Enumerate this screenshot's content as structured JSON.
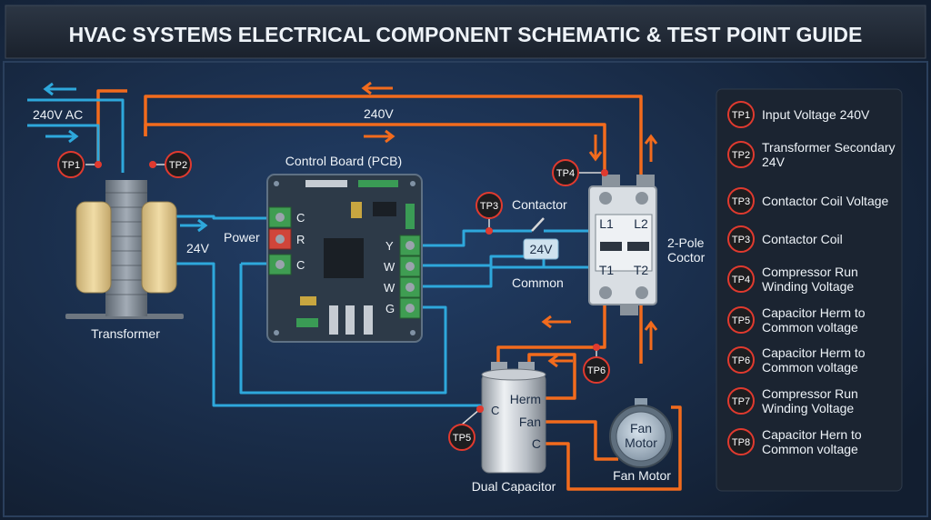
{
  "title": "HVAC SYSTEMS ELECTRICAL COMPONENT SCHEMATIC & TEST POINT GUIDE",
  "colors": {
    "line_240v": "#f26b1d",
    "line_24v": "#2ea8dc",
    "test_point": "#e03a2f",
    "background": "#1b2c44"
  },
  "wire_labels": {
    "input": "240V AC",
    "top": "240V",
    "secondary": "24V",
    "coil": "24V",
    "common": "Common",
    "contactor": "Contactor",
    "power": "Power"
  },
  "transformer": {
    "label": "Transformer"
  },
  "board": {
    "label": "Control Board (PCB)",
    "left_terminals": [
      "C",
      "R",
      "C"
    ],
    "right_terminals": [
      "Y",
      "W",
      "W",
      "G"
    ]
  },
  "contactor": {
    "label_line1": "2-Pole",
    "label_line2": "Coctor",
    "terminals": [
      "L1",
      "L2",
      "T1",
      "T2"
    ]
  },
  "capacitor": {
    "label": "Dual Capacitor",
    "terminals": [
      "Herm",
      "Fan",
      "C"
    ],
    "left_terminal": "C"
  },
  "fan_motor": {
    "body_line1": "Fan",
    "body_line2": "Motor",
    "label": "Fan Motor"
  },
  "test_points": [
    {
      "id": "TP1"
    },
    {
      "id": "TP2"
    },
    {
      "id": "TP3"
    },
    {
      "id": "TP4"
    },
    {
      "id": "TP5"
    },
    {
      "id": "TP6"
    }
  ],
  "legend": [
    {
      "tp": "TP1",
      "lines": [
        "Input Voltage 240V"
      ]
    },
    {
      "tp": "TP2",
      "lines": [
        "Transformer Secondary",
        "24V"
      ]
    },
    {
      "tp": "TP3",
      "lines": [
        "Contactor Coil Voltage"
      ]
    },
    {
      "tp": "TP3",
      "lines": [
        "Contactor Coil"
      ]
    },
    {
      "tp": "TP4",
      "lines": [
        "Compressor Run",
        "Winding Voltage"
      ]
    },
    {
      "tp": "TP5",
      "lines": [
        "Capacitor Herm to",
        "Common voltage"
      ]
    },
    {
      "tp": "TP6",
      "lines": [
        "Capacitor Herm to",
        "Common voltage"
      ]
    },
    {
      "tp": "TP7",
      "lines": [
        "Compressor Run",
        "Winding Voltage"
      ]
    },
    {
      "tp": "TP8",
      "lines": [
        "Capacitor Hern to",
        "Common voltage"
      ]
    }
  ]
}
